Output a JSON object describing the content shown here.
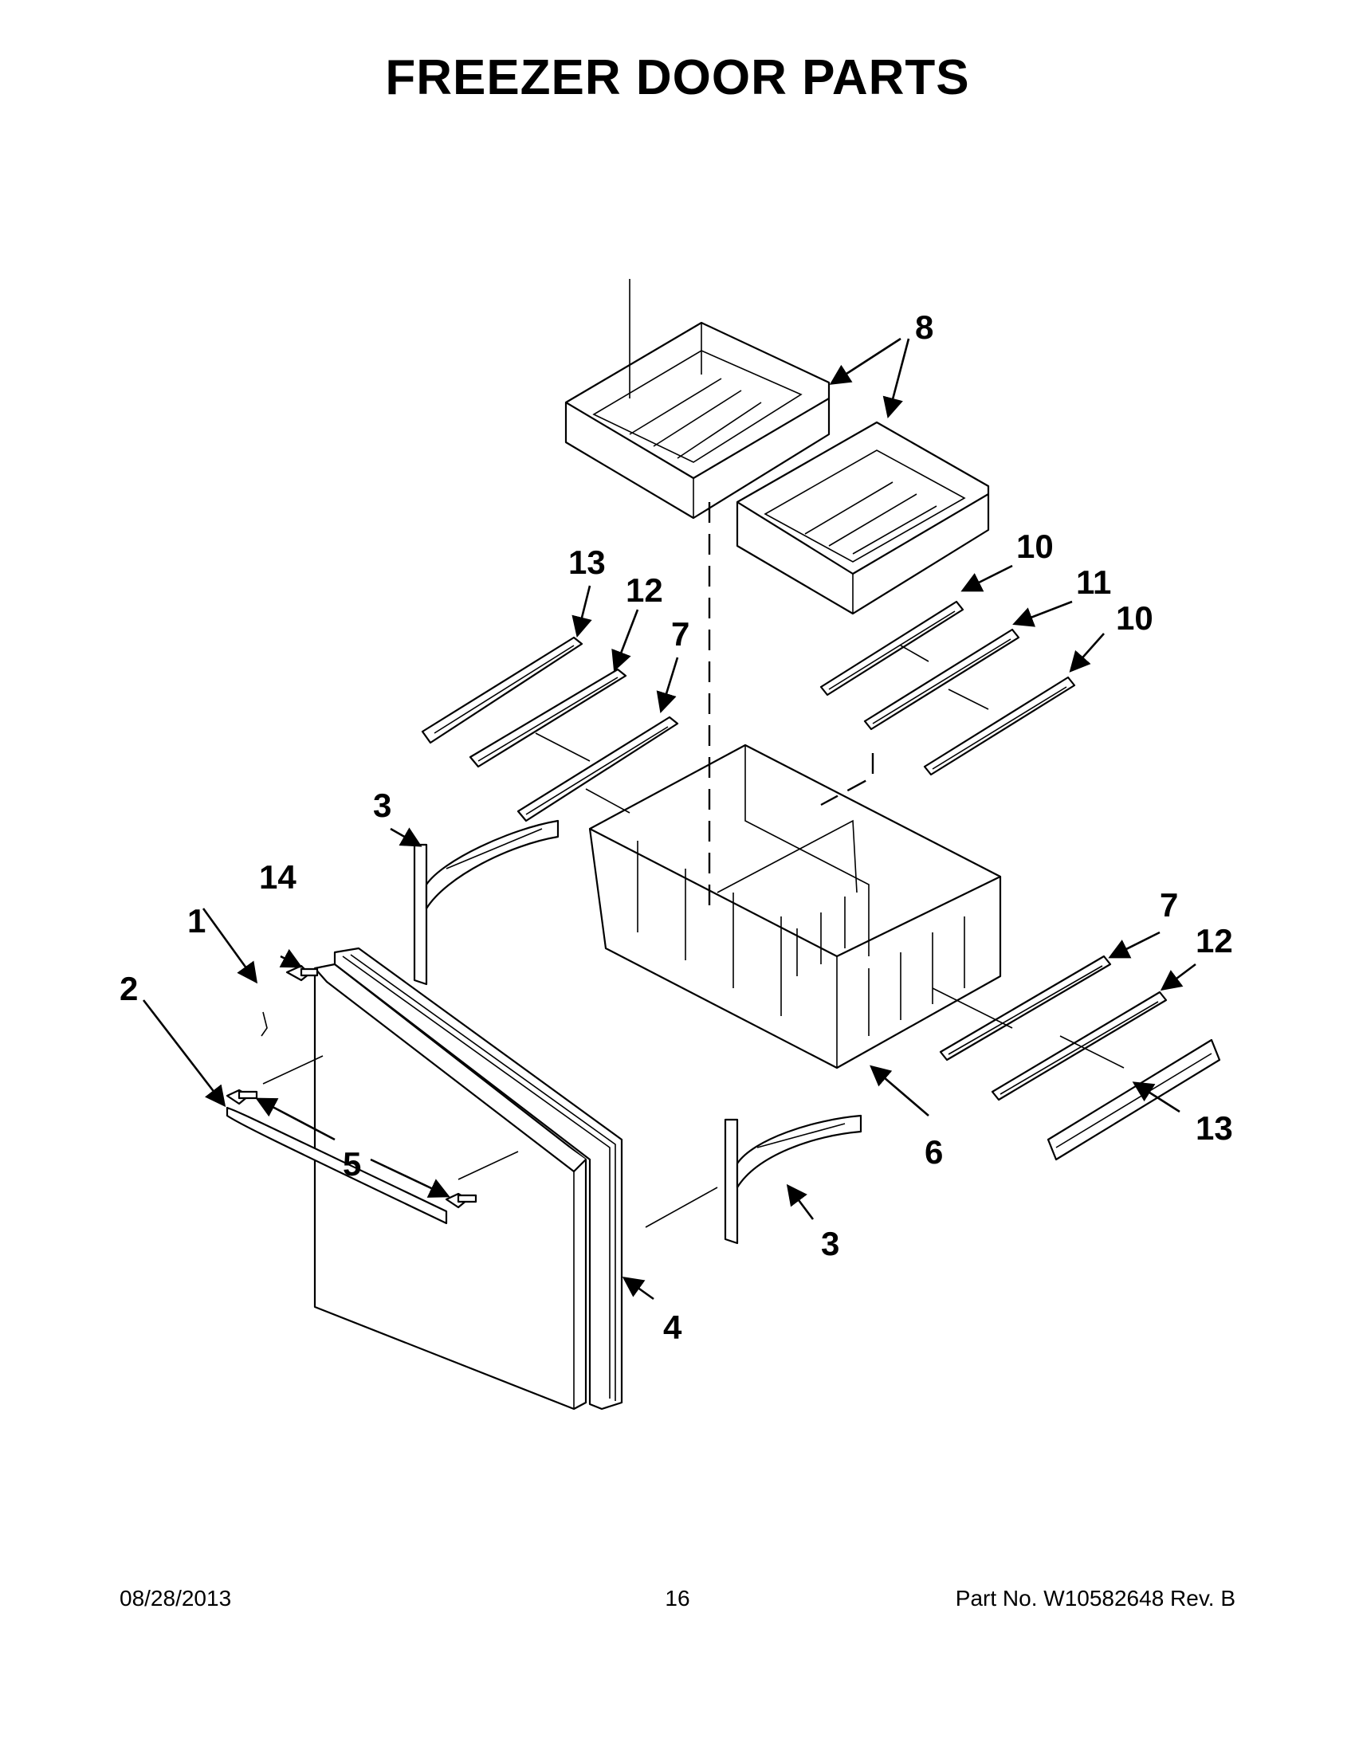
{
  "title": "FREEZER DOOR PARTS",
  "footer": {
    "date": "08/28/2013",
    "page": "16",
    "part_no": "Part No.  W10582648  Rev.  B"
  },
  "callouts": {
    "c1": "1",
    "c2": "2",
    "c3a": "3",
    "c3b": "3",
    "c4": "4",
    "c5": "5",
    "c6": "6",
    "c7a": "7",
    "c7b": "7",
    "c8": "8",
    "c10a": "10",
    "c10b": "10",
    "c11": "11",
    "c12a": "12",
    "c12b": "12",
    "c13a": "13",
    "c13b": "13",
    "c14": "14"
  }
}
